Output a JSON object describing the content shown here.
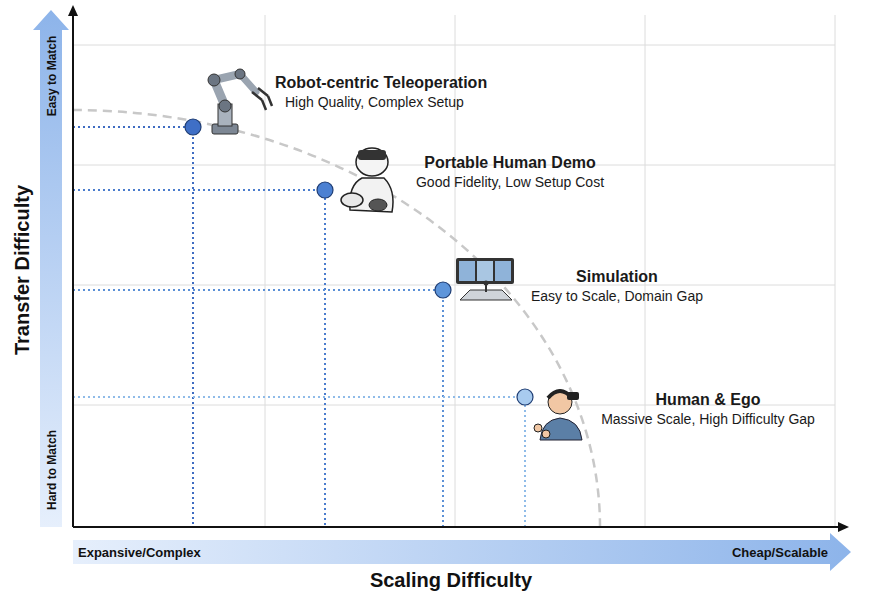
{
  "diagram": {
    "nodes": [
      {
        "text": [
          "Robot-centric Teleoperation",
          "High Quality, Complex Setup"
        ]
      },
      {
        "text": [
          "Portable Human Demo",
          "Good Fidelity, Low Setup Cost"
        ]
      },
      {
        "text": [
          "Simulation",
          "Easy to Scale, Domain Gap"
        ]
      },
      {
        "text": [
          "Human & Ego",
          "Massive Scale, High Difficulty Gap"
        ]
      }
    ],
    "labels": [
      "Easy to Match",
      "Transfer Difficulty",
      "Hard to Match",
      "Expansive/Complex",
      "Cheap/Scalable",
      "Scaling Difficulty"
    ]
  }
}
